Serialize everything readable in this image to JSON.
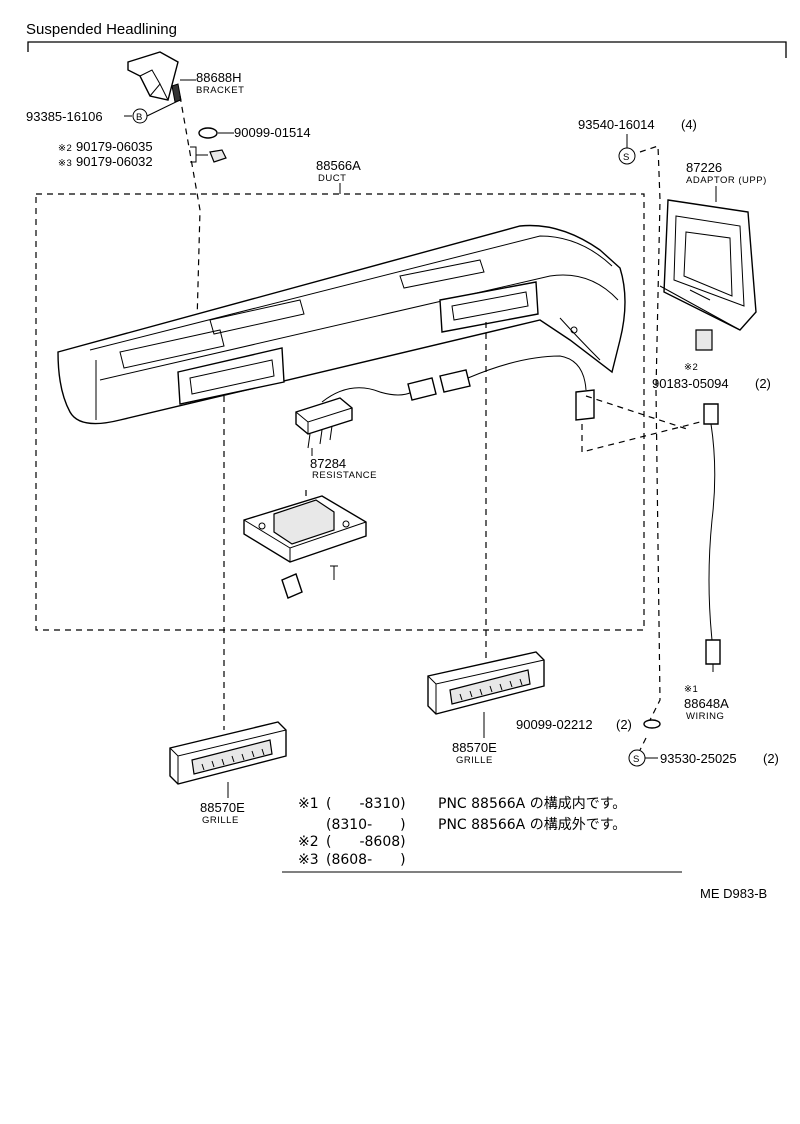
{
  "title": "Suspended Headlining",
  "parts": {
    "bracket": {
      "number": "88688H",
      "name": "BRACKET"
    },
    "bolt": {
      "number": "93385-16106",
      "symbol": "B"
    },
    "washer": {
      "number": "90099-01514"
    },
    "clip_2": {
      "mark": "※2",
      "number": "90179-06035"
    },
    "clip_3": {
      "mark": "※3",
      "number": "90179-06032"
    },
    "duct": {
      "number": "88566A",
      "name": "DUCT"
    },
    "screw_top": {
      "number": "93540-16014",
      "qty": "(4)",
      "symbol": "S"
    },
    "adaptor": {
      "number": "87226",
      "name": "ADAPTOR (UPP)"
    },
    "nut": {
      "mark": "※2",
      "number": "90183-05094",
      "qty": "(2)"
    },
    "resistance": {
      "number": "87284",
      "name": "RESISTANCE"
    },
    "wiring": {
      "mark": "※1",
      "number": "88648A",
      "name": "WIRING"
    },
    "washer_bottom": {
      "number": "90099-02212",
      "qty": "(2)"
    },
    "screw_bottom": {
      "number": "93530-25025",
      "qty": "(2)",
      "symbol": "S"
    },
    "grille_right": {
      "number": "88570E",
      "name": "GRILLE"
    },
    "grille_left": {
      "number": "88570E",
      "name": "GRILLE"
    }
  },
  "notes": [
    {
      "mark": "※1",
      "range": "(　　-8310)",
      "text": "PNC 88566A の構成内です。"
    },
    {
      "mark": "",
      "range": "(8310-　　)",
      "text": "PNC 88566A の構成外です。"
    },
    {
      "mark": "※2",
      "range": "(　　-8608)",
      "text": ""
    },
    {
      "mark": "※3",
      "range": "(8608-　　)",
      "text": ""
    }
  ],
  "code": "ME D983-B"
}
